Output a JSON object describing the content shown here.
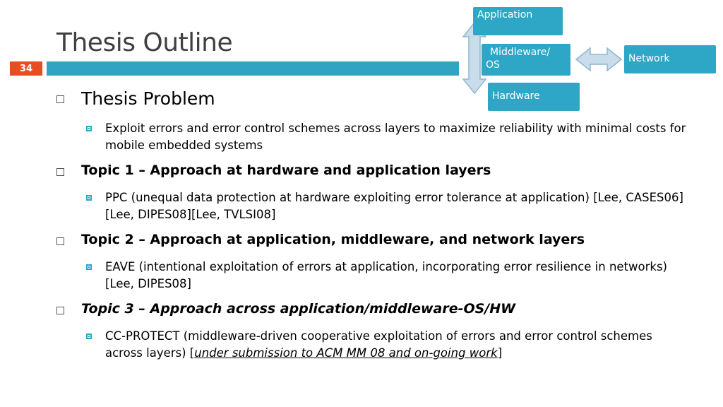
{
  "slide": {
    "title": "Thesis Outline",
    "number": "34"
  },
  "diagram": {
    "application": "Application",
    "middleware_line1": "Middleware/",
    "middleware_line2": "OS",
    "hardware": "Hardware",
    "network": "Network"
  },
  "bullets": [
    {
      "heading": "Thesis Problem",
      "sub": "Exploit errors and error control schemes across layers to maximize reliability with minimal costs for mobile embedded systems"
    },
    {
      "heading": "Topic 1 – Approach at hardware and application layers",
      "sub": "PPC (unequal data protection at hardware exploiting error tolerance at application) [Lee, CASES06][Lee, DIPES08][Lee, TVLSI08]"
    },
    {
      "heading": "Topic 2 – Approach at application, middleware, and network layers",
      "sub": "EAVE (intentional exploitation of errors at application, incorporating error resilience in networks) [Lee, DIPES08]"
    },
    {
      "heading": "Topic 3 – Approach across application/middleware-OS/HW",
      "sub_before": "CC-PROTECT (middleware-driven cooperative exploitation of errors and error control schemes across layers) [",
      "sub_link": "under submission to ACM MM 08 and on-going work",
      "sub_after": "]"
    }
  ],
  "colors": {
    "accent_blue": "#2ea7c6",
    "accent_orange": "#e84c22",
    "arrow_fill": "#c9dcea"
  }
}
